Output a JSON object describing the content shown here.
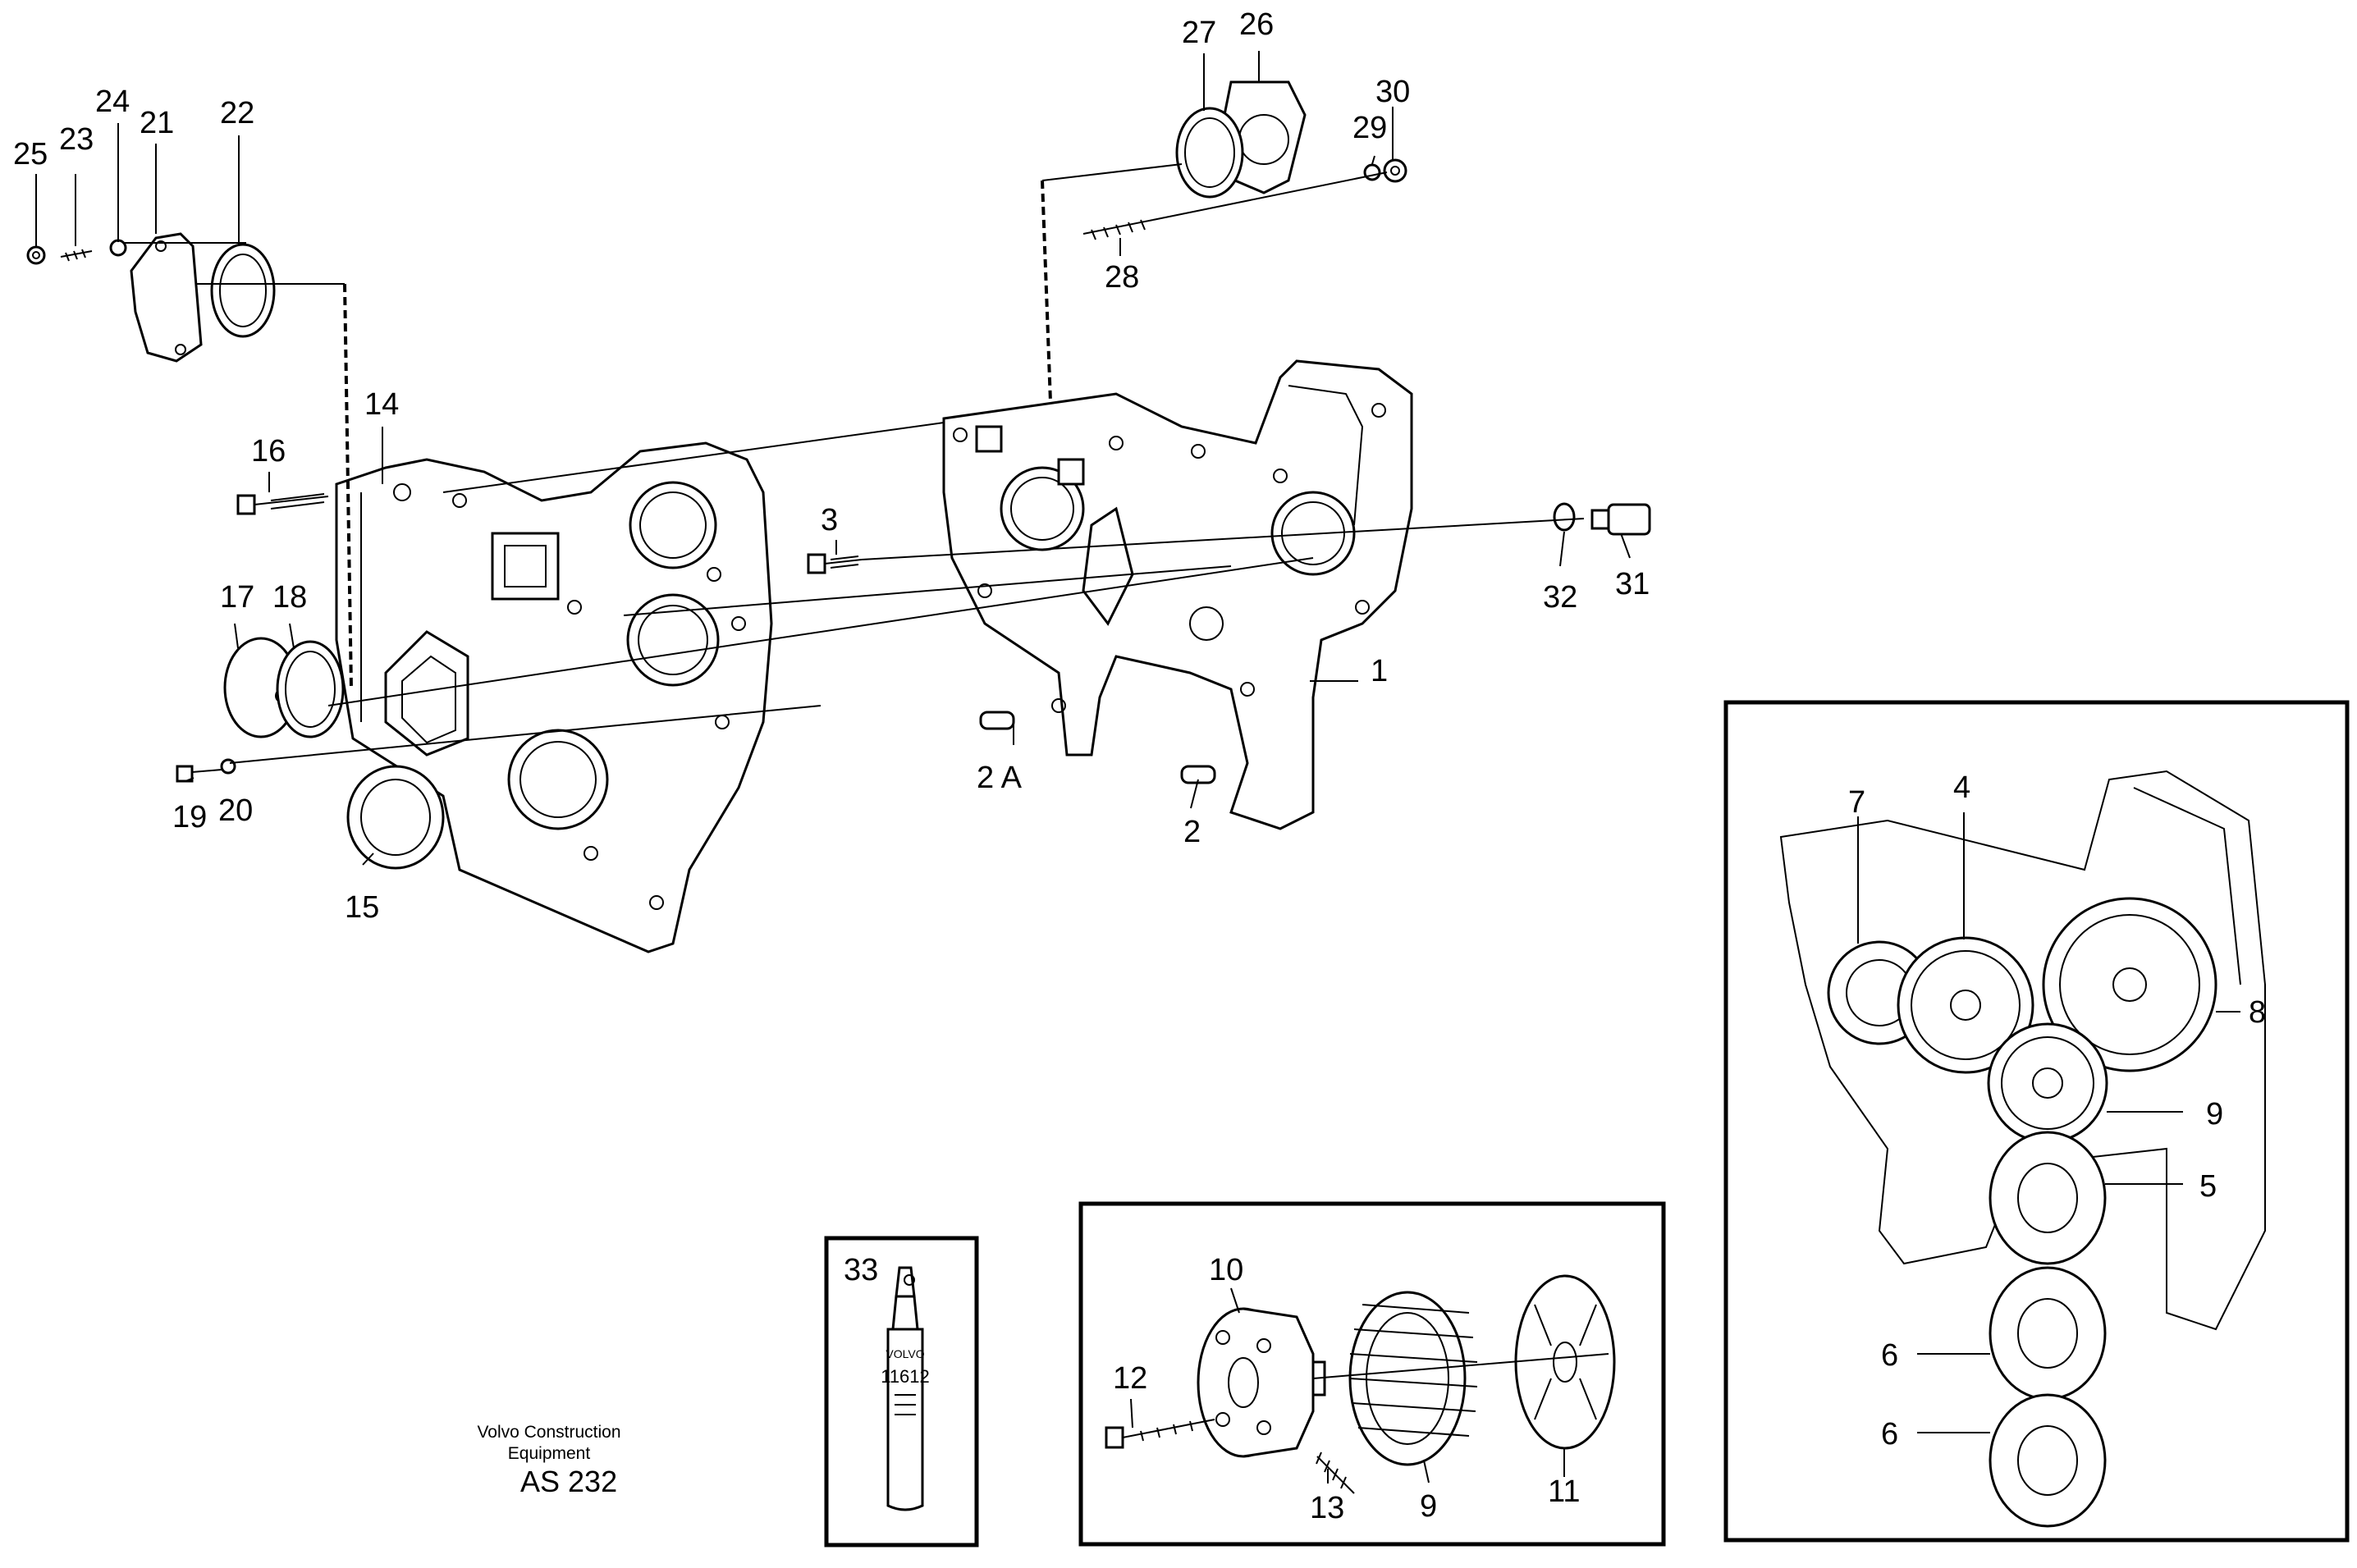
{
  "callouts": {
    "c1": "1",
    "c2": "2",
    "c2a": "2 A",
    "c3": "3",
    "c4": "4",
    "c5": "5",
    "c6a": "6",
    "c6b": "6",
    "c7": "7",
    "c8": "8",
    "c9a": "9",
    "c9b": "9",
    "c10": "10",
    "c11": "11",
    "c12": "12",
    "c13": "13",
    "c14": "14",
    "c15": "15",
    "c16": "16",
    "c17": "17",
    "c18": "18",
    "c19": "19",
    "c20": "20",
    "c21": "21",
    "c22": "22",
    "c23": "23",
    "c24": "24",
    "c25": "25",
    "c26": "26",
    "c27": "27",
    "c28": "28",
    "c29": "29",
    "c30": "30",
    "c31": "31",
    "c32": "32",
    "c33": "33"
  },
  "footer": {
    "company_line1": "Volvo Construction",
    "company_line2": "Equipment",
    "code": "AS 232"
  },
  "bottle": {
    "brand": "VOLVO",
    "number": "11612"
  }
}
